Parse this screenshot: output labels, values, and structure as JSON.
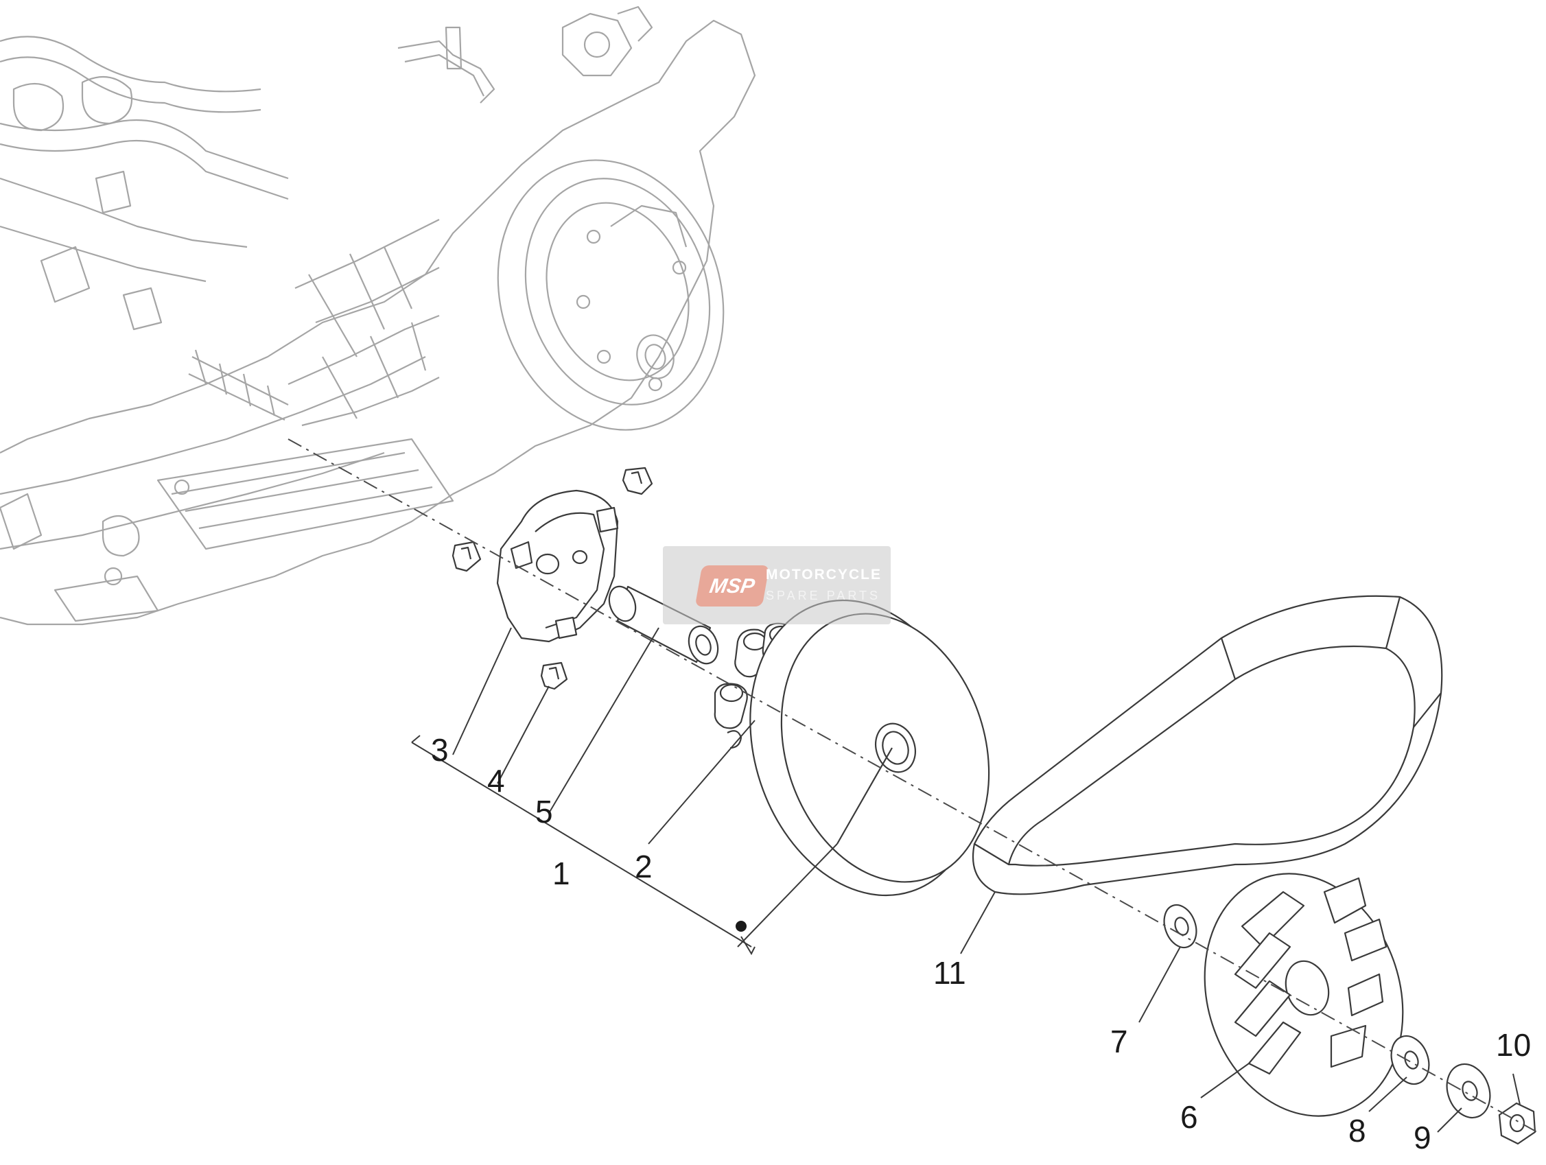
{
  "watermark": {
    "logo_text": "MSP",
    "line1": "MOTORCYCLE",
    "line2": "SPARE PARTS"
  },
  "callouts": [
    {
      "id": "1",
      "label": "1"
    },
    {
      "id": "2",
      "label": "2"
    },
    {
      "id": "3",
      "label": "3"
    },
    {
      "id": "4",
      "label": "4"
    },
    {
      "id": "5",
      "label": "5"
    },
    {
      "id": "6",
      "label": "6"
    },
    {
      "id": "7",
      "label": "7"
    },
    {
      "id": "8",
      "label": "8"
    },
    {
      "id": "9",
      "label": "9"
    },
    {
      "id": "10",
      "label": "10"
    },
    {
      "id": "11",
      "label": "11"
    }
  ],
  "colors": {
    "line": "#3a3a3a",
    "engine_line": "#9a9a9a",
    "background": "#ffffff"
  }
}
